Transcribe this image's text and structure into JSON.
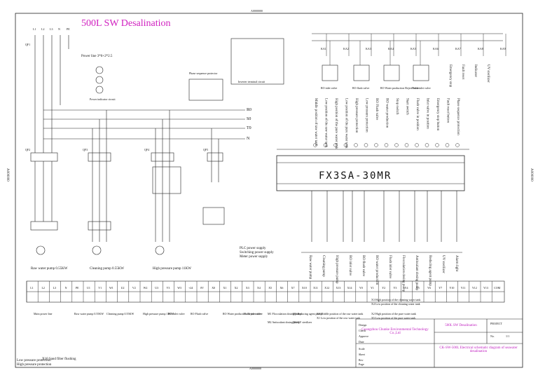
{
  "title": "500L SW Desalination",
  "power_line": "Power line 3*6+2*2.5",
  "phase_protector": "Phase sequence protector",
  "inverter_terminal": "Inverter terminal circuit",
  "indicator_circuit": "Power indicator circuit",
  "plc_model": "FX3SA-30MR",
  "phase_labels": [
    "L1",
    "L2",
    "L3",
    "N",
    "PE"
  ],
  "power_buses": [
    "R0",
    "S0",
    "T0",
    "N"
  ],
  "breaker_labels": [
    "QF1",
    "QF2",
    "QF3",
    "QF4",
    "QF5"
  ],
  "motors": [
    "Raw water pump 0.55KW",
    "Cleaning pump 0.55KW",
    "High pressure pump 11KW"
  ],
  "plc_supply": [
    "PLC power supply",
    "Switching power supply",
    "Meter power supply"
  ],
  "valves": [
    "RO inlet valve",
    "RO flush valve",
    "RO Water production Reject valve",
    "Flush inlet valve"
  ],
  "relays_top": [
    "KA1",
    "KA2",
    "KA3",
    "KA4",
    "KA5",
    "KA6",
    "KA7",
    "KA8",
    "KA9"
  ],
  "right_devices": [
    "Emergency stop",
    "Fault reset",
    "Indicator",
    "UV sterilizer"
  ],
  "inputs": [
    "Middle position of raw water tank",
    "Low position of the raw water tank",
    "High position of the pure water tank",
    "Low position of the pure water tank",
    "High pressure protection",
    "Low pressure protection",
    "RO Flush valve",
    "RO water production",
    "Stop switch",
    "Start switch",
    "Flush valve in position",
    "Inlet valve in position",
    "Emergency stop button",
    "Fault reset button",
    "Phase sequence protection"
  ],
  "outputs": [
    "Raw water pump",
    "Cleaning pump",
    "High pressure pump",
    "RO inlet valve",
    "RO flush valve",
    "RO water production",
    "Flush inlet valve",
    "Flocculation dosing pump",
    "Antiscalant dosing pump",
    "Reducing agent pump",
    "UV sterilizer",
    "Alarm light"
  ],
  "terminal_labels": [
    "L1",
    "L2",
    "L3",
    "N",
    "PE",
    "U1",
    "V1",
    "W1",
    "U2",
    "V2",
    "W2",
    "U3",
    "V3",
    "W3",
    "+24",
    "0V",
    "X0",
    "X1",
    "X2",
    "X3",
    "X4",
    "X5",
    "X6",
    "X7",
    "X10",
    "X11",
    "X12",
    "X13",
    "X14",
    "Y0",
    "Y1",
    "Y2",
    "Y3",
    "Y4",
    "Y5",
    "Y6",
    "Y7",
    "Y10",
    "Y11",
    "Y12",
    "Y13",
    "COM"
  ],
  "terminal_groups": [
    "Main power line",
    "Raw water pump 0.55KW",
    "Cleaning pump 0.55KW",
    "High pressure pump 11KW",
    "RO Inlet valve",
    "RO Flush valve",
    "RO Water production Reject valve",
    "Flush inlet valve",
    "M1 Flocculation dosing pump",
    "M2 Antiscalant dosing pump",
    "M3 Reducing agent pump",
    "M4 UV sterilizer",
    "X3 High position of the cleaning water tank",
    "X4 Low position of the cleaning water tank",
    "X0 Middle position of the raw water tank",
    "X1 Low position of the raw water tank",
    "X2 High position of the pure water tank",
    "X5 Low position of the pure water tank"
  ],
  "bottom_notes": [
    "Low pressure protection",
    "High pressure protection",
    "X10 Sand filter flushing"
  ],
  "company": "Guangzhou Chunke Environmental Technology Co.,Ltd",
  "project": "500L SW Desalination",
  "drawing": "CK-SW-500L Electrical schematic diagram of seawater desalination",
  "title_block": [
    "Design",
    "Check",
    "Approve",
    "Date",
    "Scale",
    "Sheet",
    "Rev",
    "Page"
  ],
  "page_label": "PROJECT",
  "no_label": "No.",
  "sheet_value": "1/1",
  "frame_top": "A0000000",
  "frame_bottom": "A0000000",
  "frame_side": "A000000"
}
